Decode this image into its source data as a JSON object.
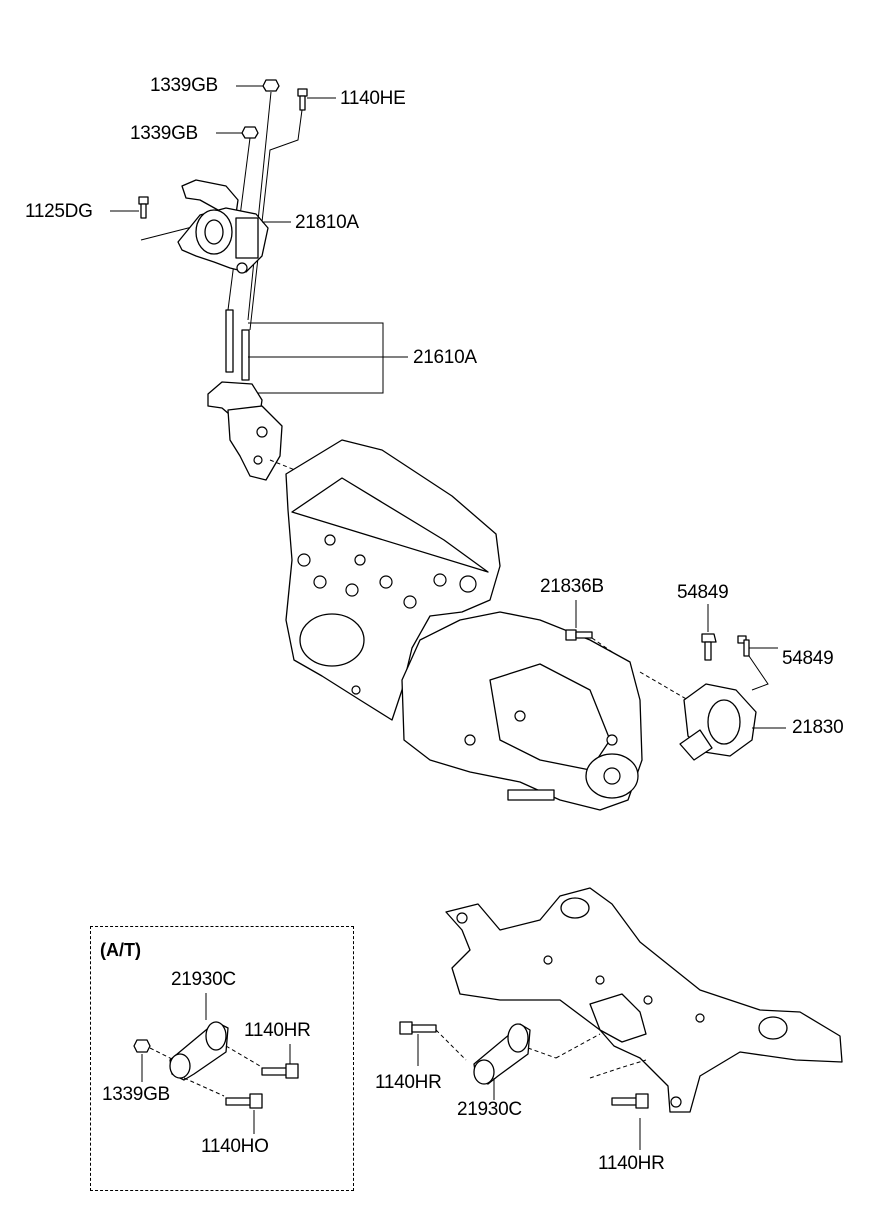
{
  "labels": {
    "l_1339gb_top": "1339GB",
    "l_1140he": "1140HE",
    "l_1339gb_2": "1339GB",
    "l_1125dg": "1125DG",
    "l_21810a": "21810A",
    "l_21610a": "21610A",
    "l_21836b": "21836B",
    "l_54849_a": "54849",
    "l_54849_b": "54849",
    "l_21830": "21830",
    "l_21930c_box": "21930C",
    "l_1140hr_box": "1140HR",
    "l_1339gb_box": "1339GB",
    "l_1140ho": "1140HO",
    "l_1140hr_mid": "1140HR",
    "l_21930c_mid": "21930C",
    "l_1140hr_bottom": "1140HR"
  },
  "at_box": {
    "title": "(A/T)"
  }
}
